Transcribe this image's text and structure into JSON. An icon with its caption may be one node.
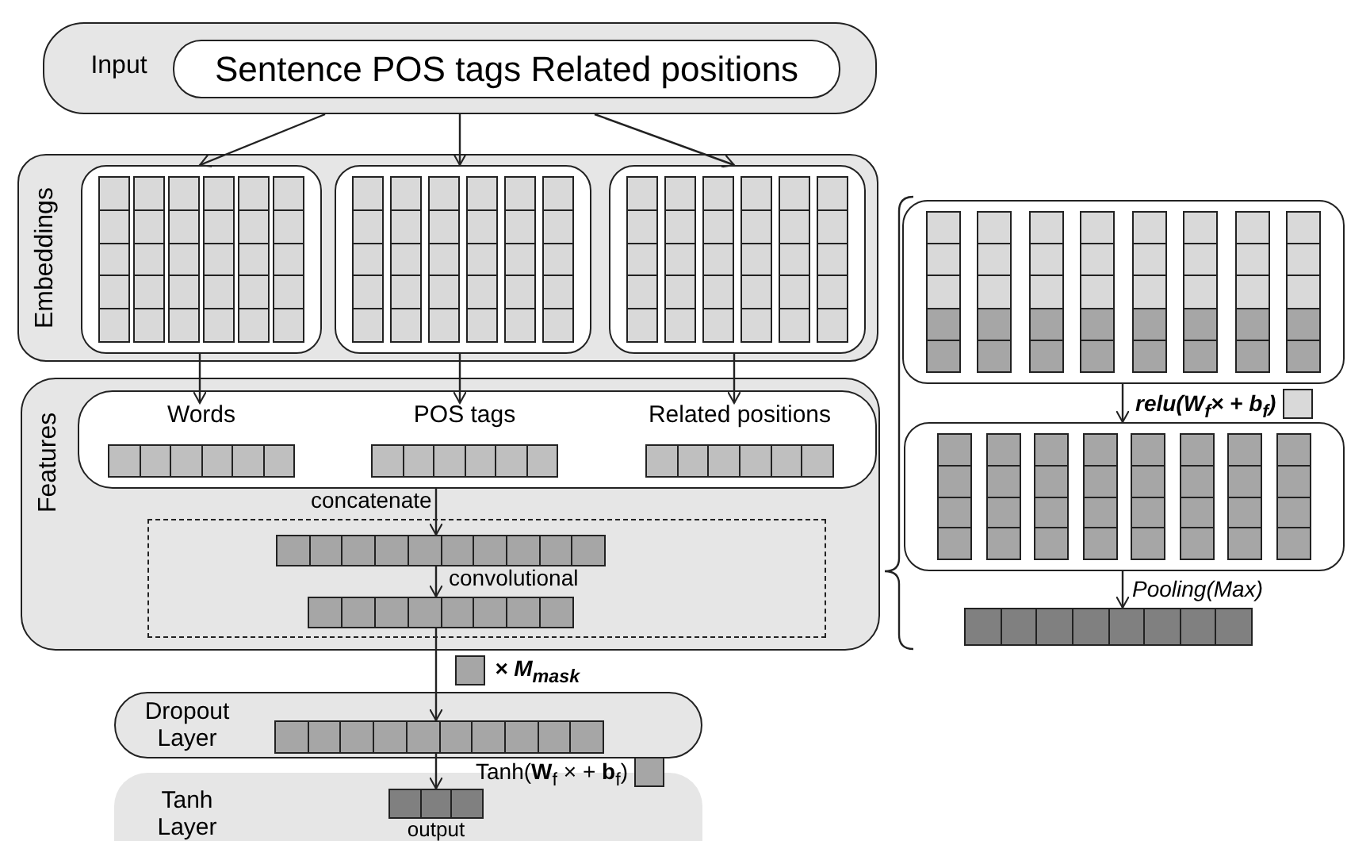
{
  "diagram": {
    "nodes": [
      {
        "text": [
          "Input"
        ]
      },
      {
        "text": [
          "Sentence POS tags Related positions"
        ],
        "in": 0
      },
      {
        "text": [
          "Embeddings"
        ]
      },
      {
        "text": [],
        "shape": "box",
        "in": 2
      },
      {
        "text": [],
        "shape": "box",
        "in": 2
      },
      {
        "text": [],
        "shape": "box",
        "in": 2
      },
      {
        "text": [
          "Features"
        ]
      },
      {
        "text": [],
        "shape": "box",
        "in": 6
      },
      {
        "text": [
          "Words"
        ],
        "in": 7
      },
      {
        "text": [
          "POS tags"
        ],
        "in": 7
      },
      {
        "text": [
          "Related positions"
        ],
        "in": 7
      },
      {
        "text": [],
        "shape": "box",
        "in": 6
      },
      {
        "text": [],
        "shape": "bar",
        "in": 11
      },
      {
        "text": [],
        "shape": "bar",
        "in": 11
      },
      {
        "text": [
          "Dropout Layer"
        ]
      },
      {
        "text": [],
        "shape": "bar",
        "in": 14
      },
      {
        "text": [
          "Tanh Layer"
        ]
      },
      {
        "text": [
          "output"
        ],
        "in": 16
      },
      {
        "text": [],
        "shape": "box"
      },
      {
        "text": [],
        "shape": "box"
      },
      {
        "text": [],
        "shape": "bar"
      }
    ],
    "edges": [
      {
        "from": 0,
        "to": 3,
        "arrow": "to"
      },
      {
        "from": 0,
        "to": 4,
        "arrow": "to"
      },
      {
        "from": 0,
        "to": 5,
        "arrow": "to"
      },
      {
        "from": 3,
        "to": 8,
        "arrow": "to"
      },
      {
        "from": 4,
        "to": 9,
        "arrow": "to"
      },
      {
        "from": 5,
        "to": 10,
        "arrow": "to"
      },
      {
        "from": 7,
        "to": 12,
        "arrow": "to",
        "label": "concatenate"
      },
      {
        "from": 12,
        "to": 13,
        "arrow": "to",
        "label": "convolutional"
      },
      {
        "from": 13,
        "to": 15,
        "arrow": "to",
        "label": "× **M**$_{mask}$"
      },
      {
        "from": 15,
        "to": 17,
        "arrow": "to",
        "label": "Tanh(**W**$_{f}$ × + **b**$_{f}$)"
      },
      {
        "from": 18,
        "to": 19,
        "arrow": "to",
        "label": "relu(W$_{f}$× + b$_{f}$)"
      },
      {
        "from": 19,
        "to": 20,
        "arrow": "to",
        "label": "Pooling(Max)"
      }
    ]
  }
}
